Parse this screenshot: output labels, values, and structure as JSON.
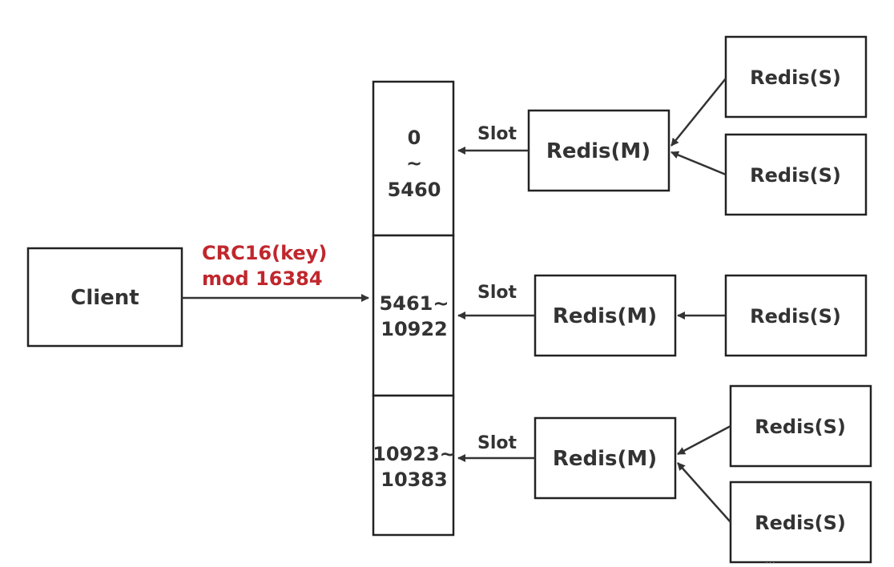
{
  "client": {
    "label": "Client"
  },
  "hash": {
    "line1": "CRC16(key)",
    "line2": "mod 16384"
  },
  "slots": {
    "range0": {
      "start": "0",
      "sep": "~",
      "end": "5460"
    },
    "range1": {
      "line1": "5461~",
      "line2": "10922"
    },
    "range2": {
      "line1": "10923~",
      "line2": "10383"
    }
  },
  "slot_label": "Slot",
  "master_label": "Redis(M)",
  "slave_label": "Redis(S)",
  "watermark": "…"
}
